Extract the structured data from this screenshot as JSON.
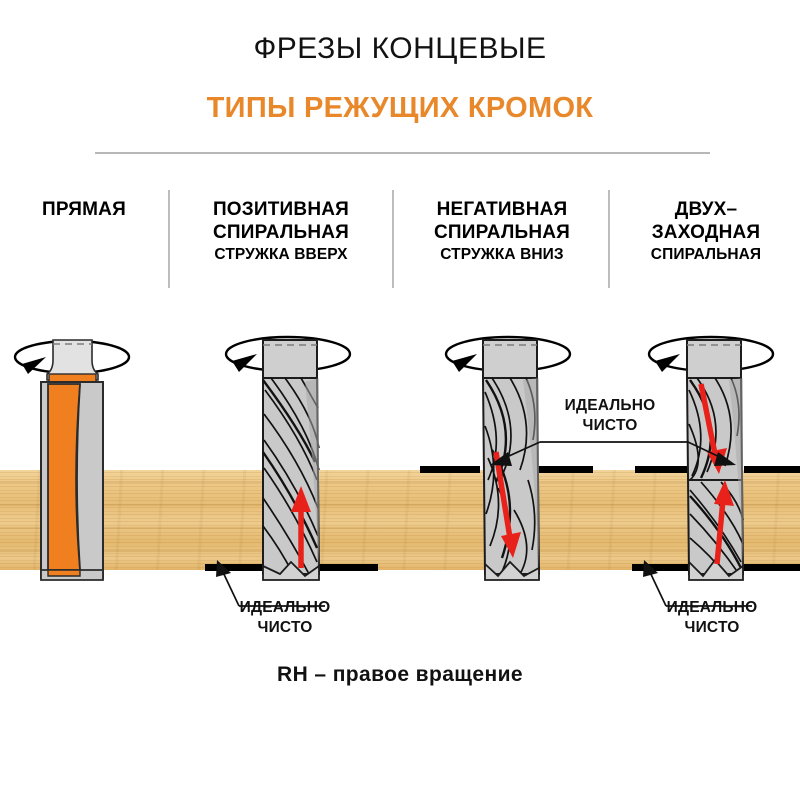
{
  "header": {
    "title": "ФРЕЗЫ КОНЦЕВЫЕ",
    "subtitle": "ТИПЫ РЕЖУЩИХ КРОМОК",
    "title_color": "#121212",
    "subtitle_color": "#e8882a",
    "rule_color": "#b8b8b8"
  },
  "columns": [
    {
      "id": "straight",
      "line1": "ПРЯМАЯ",
      "line2": "",
      "line3": "",
      "body_color": "#ef7f1f",
      "steel_color": "#c9c9c9",
      "chip_arrow": "none",
      "cut_quality_top": false,
      "cut_quality_bottom": false
    },
    {
      "id": "up-spiral",
      "line1": "ПОЗИТИВНАЯ",
      "line2": "СПИРАЛЬНАЯ",
      "line3": "СТРУЖКА ВВЕРХ",
      "body_color": "#b9b9b9",
      "steel_color": "#c9c9c9",
      "chip_arrow": "up",
      "chip_arrow_color": "#e8221a",
      "cut_quality_top": false,
      "cut_quality_bottom": true
    },
    {
      "id": "down-spiral",
      "line1": "НЕГАТИВНАЯ",
      "line2": "СПИРАЛЬНАЯ",
      "line3": "СТРУЖКА ВНИЗ",
      "body_color": "#b9b9b9",
      "steel_color": "#c9c9c9",
      "chip_arrow": "down",
      "chip_arrow_color": "#e8221a",
      "cut_quality_top": true,
      "cut_quality_bottom": false
    },
    {
      "id": "compression",
      "line1": "ДВУХ–",
      "line2": "ЗАХОДНАЯ",
      "line3": "СПИРАЛЬНАЯ",
      "body_color": "#b9b9b9",
      "steel_color": "#c9c9c9",
      "chip_arrow": "both",
      "chip_arrow_color": "#e8221a",
      "cut_quality_top": true,
      "cut_quality_bottom": true
    }
  ],
  "annotations": [
    {
      "id": "anno-col2",
      "line1": "ИДЕАЛЬНО",
      "line2": "ЧИСТО"
    },
    {
      "id": "anno-col3",
      "line1": "ИДЕАЛЬНО",
      "line2": "ЧИСТО"
    },
    {
      "id": "anno-col4",
      "line1": "ИДЕАЛЬНО",
      "line2": "ЧИСТО"
    }
  ],
  "footer": {
    "text": "RH – правое вращение"
  },
  "board": {
    "color_light": "#f2d49b",
    "color_dark": "#e2b468"
  },
  "rotation": {
    "direction": "counter-clockwise-view",
    "label": "rotation-ellipse"
  }
}
